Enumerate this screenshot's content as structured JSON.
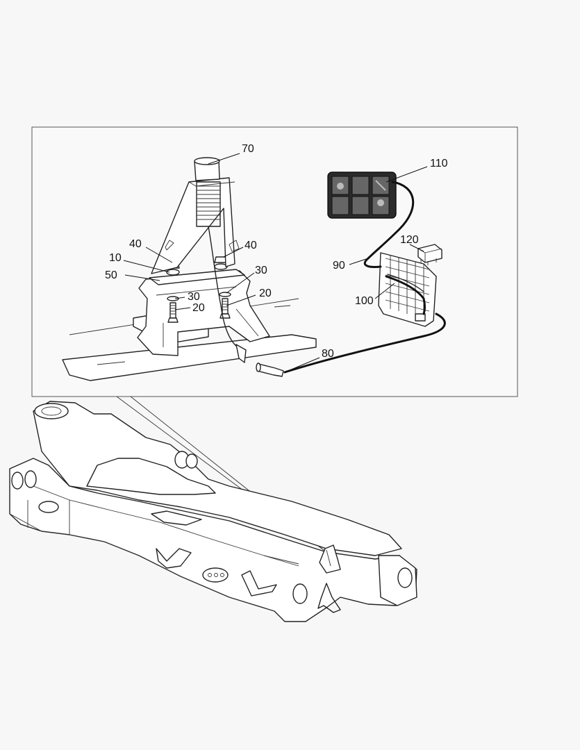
{
  "callouts": [
    {
      "id": "c70",
      "label": "70"
    },
    {
      "id": "c110",
      "label": "110"
    },
    {
      "id": "c40a",
      "label": "40"
    },
    {
      "id": "c40b",
      "label": "40"
    },
    {
      "id": "c10",
      "label": "10"
    },
    {
      "id": "c50",
      "label": "50"
    },
    {
      "id": "c30a",
      "label": "30"
    },
    {
      "id": "c30b",
      "label": "30"
    },
    {
      "id": "c20a",
      "label": "20"
    },
    {
      "id": "c20b",
      "label": "20"
    },
    {
      "id": "c120",
      "label": "120"
    },
    {
      "id": "c90",
      "label": "90"
    },
    {
      "id": "c100",
      "label": "100"
    },
    {
      "id": "c80",
      "label": "80"
    }
  ],
  "colors": {
    "background": "#f7f7f7",
    "line": "#222222",
    "panel_dark": "#2b2b2b",
    "detail_border": "#555555"
  }
}
